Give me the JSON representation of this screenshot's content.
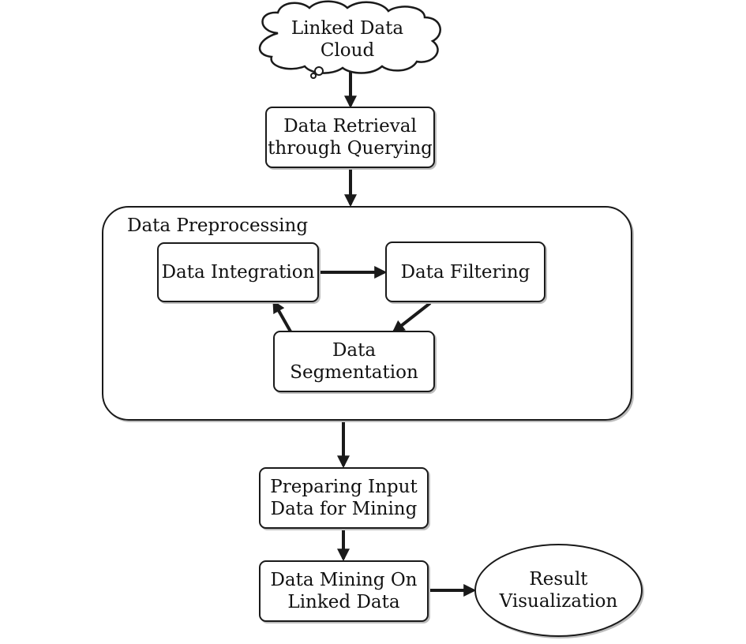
{
  "nodes": {
    "cloud": {
      "line1": "Linked Data",
      "line2": "Cloud"
    },
    "retrieval": {
      "line1": "Data Retrieval",
      "line2": "through Querying"
    },
    "preprocessing": {
      "label": "Data Preprocessing"
    },
    "integration": {
      "label": "Data Integration"
    },
    "filtering": {
      "label": "Data Filtering"
    },
    "segmentation": {
      "line1": "Data",
      "line2": "Segmentation"
    },
    "preparing": {
      "line1": "Preparing Input",
      "line2": "Data for Mining"
    },
    "mining": {
      "line1": "Data Mining On",
      "line2": "Linked Data"
    },
    "visualization": {
      "line1": "Result",
      "line2": "Visualization"
    }
  },
  "edges": [
    {
      "from": "cloud",
      "to": "retrieval"
    },
    {
      "from": "retrieval",
      "to": "preprocessing"
    },
    {
      "from": "integration",
      "to": "filtering"
    },
    {
      "from": "filtering",
      "to": "segmentation"
    },
    {
      "from": "segmentation",
      "to": "integration"
    },
    {
      "from": "preprocessing",
      "to": "preparing"
    },
    {
      "from": "preparing",
      "to": "mining"
    },
    {
      "from": "mining",
      "to": "visualization"
    }
  ],
  "colors": {
    "stroke": "#1a1a1a",
    "fill": "#ffffff",
    "shadow": "#bdbdbd"
  }
}
